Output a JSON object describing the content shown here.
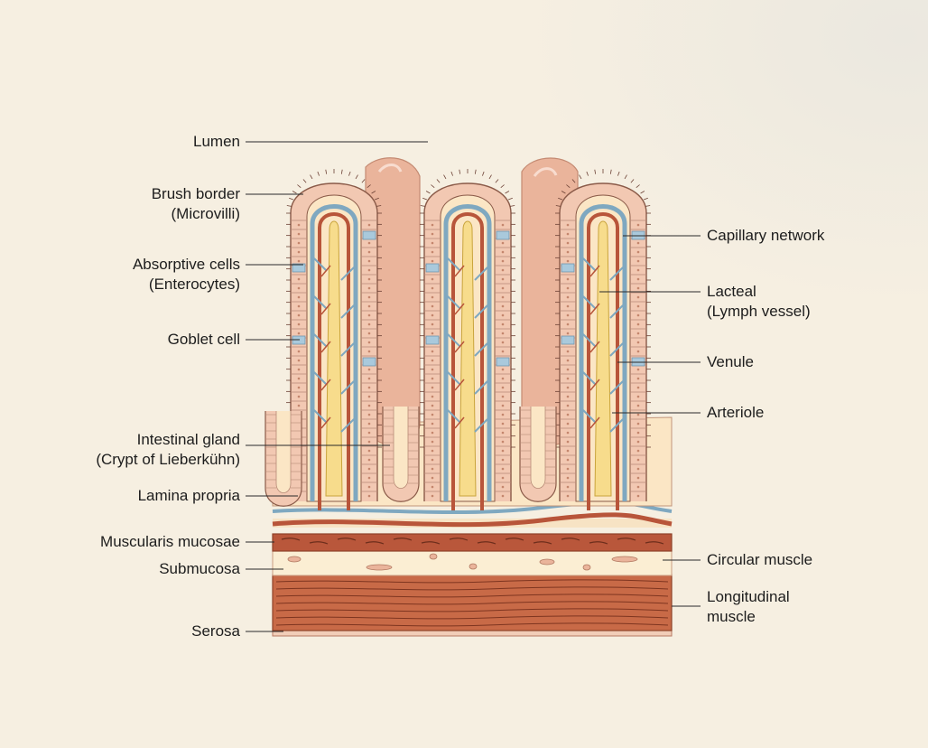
{
  "labels_left": {
    "lumen": [
      "Lumen"
    ],
    "brush_border": [
      "Brush border",
      "(Microvilli)"
    ],
    "absorptive_cells": [
      "Absorptive cells",
      "(Enterocytes)"
    ],
    "goblet_cell": [
      "Goblet cell"
    ],
    "intestinal_gland": [
      "Intestinal gland",
      "(Crypt of Lieberkühn)"
    ],
    "lamina_propria": [
      "Lamina propria"
    ],
    "muscularis_mucosae": [
      "Muscularis mucosae"
    ],
    "submucosa": [
      "Submucosa"
    ],
    "serosa": [
      "Serosa"
    ]
  },
  "labels_right": {
    "capillary_network": [
      "Capillary network"
    ],
    "lacteal": [
      "Lacteal",
      "(Lymph vessel)"
    ],
    "venule": [
      "Venule"
    ],
    "arteriole": [
      "Arteriole"
    ],
    "circular_muscle": [
      "Circular muscle"
    ],
    "longitudinal_muscle": [
      "Longitudinal",
      "muscle"
    ]
  },
  "colors": {
    "epithelium": "#f2c8b2",
    "cell_outline": "#8a5a48",
    "lamina_propria": "#fbe6c5",
    "lacteal": "#f7dc8c",
    "capillary": "#7fa8c0",
    "arteriole": "#b8553a",
    "muscle": "#c86a47",
    "submucosa": "#fbeed3",
    "lumen_fold": "#eab49b",
    "goblet": "#a9c9dc"
  }
}
